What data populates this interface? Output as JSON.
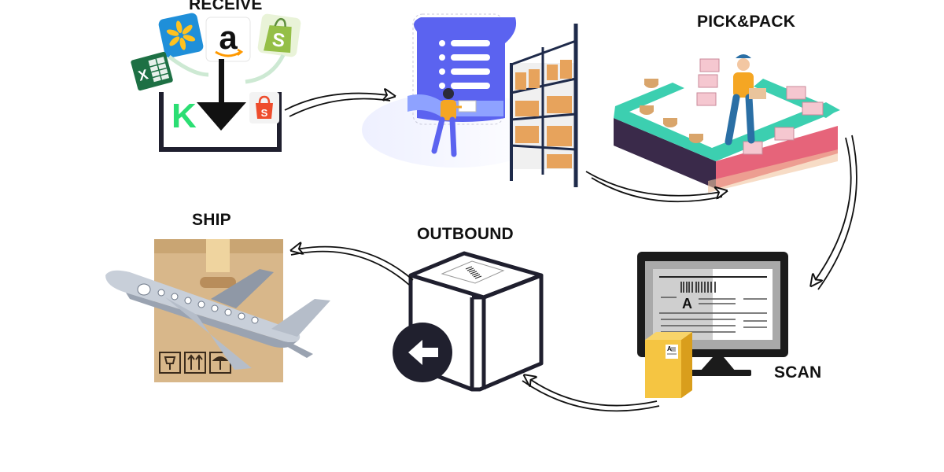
{
  "steps": {
    "receive": "RECEIVE",
    "pick_pack": "PICK&PACK",
    "ship": "SHIP",
    "outbound": "OUTBOUND",
    "scan": "SCAN"
  },
  "flow": [
    "RECEIVE",
    "PICK&PACK",
    "SCAN",
    "OUTBOUND",
    "SHIP"
  ],
  "scan_label_letter": "A",
  "parcel_label_text": "A",
  "icons": {
    "receive": [
      "walmart-icon",
      "amazon-icon",
      "shopify-icon",
      "excel-icon",
      "kickstarter-icon",
      "shopee-icon",
      "inbox-tray-icon",
      "down-arrow-icon"
    ],
    "process": [
      "document-list-icon",
      "worker-icon",
      "warehouse-shelf-icon"
    ],
    "pick_pack": [
      "conveyor-icon",
      "packer-worker-icon"
    ],
    "scan": [
      "monitor-icon",
      "shipping-label-icon",
      "parcel-icon"
    ],
    "outbound": [
      "box-icon",
      "left-arrow-badge-icon"
    ],
    "ship": [
      "cardboard-box-icon",
      "airplane-icon"
    ]
  },
  "colors": {
    "walmart": "#1f8fd9",
    "shopify": "#95bf47",
    "excel": "#1d7044",
    "kickstarter": "#2bde73",
    "shopee": "#ee4d2d",
    "document": "#5b63f0",
    "worker_shirt": "#f5a623",
    "conveyor": "#3ccfb0",
    "box_brown": "#d8b78a",
    "parcel_yellow": "#f5c542",
    "ink": "#111111"
  }
}
